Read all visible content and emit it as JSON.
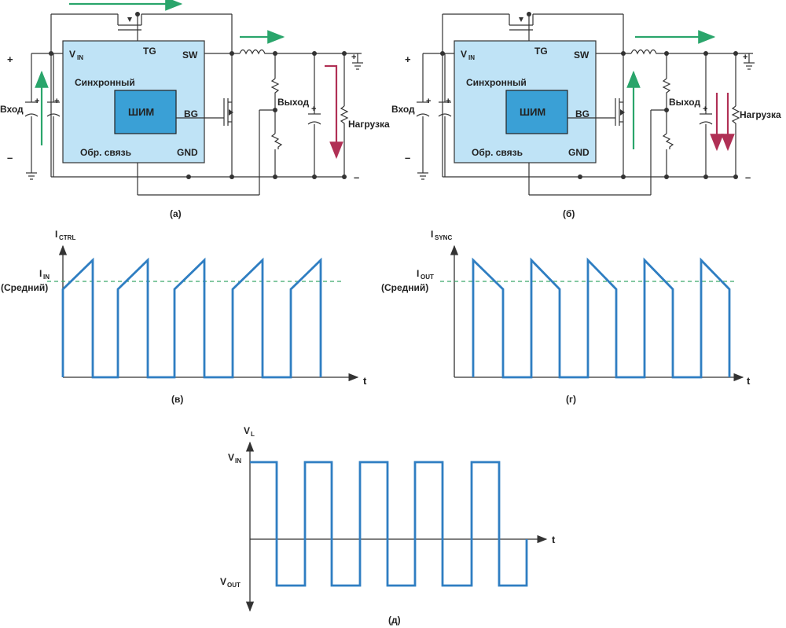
{
  "circuits": [
    {
      "vin": "V",
      "vin_sub": "IN",
      "tg": "TG",
      "sw": "SW",
      "bg": "BG",
      "gnd": "GND",
      "sync": "Синхронный",
      "pwm": "ШИМ",
      "fb": "Обр. связь",
      "input": "Вход",
      "output": "Выход",
      "load": "Нагрузка",
      "plus": "+",
      "minus": "–",
      "caption": "(а)"
    },
    {
      "vin": "V",
      "vin_sub": "IN",
      "tg": "TG",
      "sw": "SW",
      "bg": "BG",
      "gnd": "GND",
      "sync": "Синхронный",
      "pwm": "ШИМ",
      "fb": "Обр. связь",
      "input": "Вход",
      "output": "Выход",
      "load": "Нагрузка",
      "plus": "+",
      "minus": "–",
      "caption": "(б)"
    }
  ],
  "graph_v": {
    "ylabel": "I",
    "ylabel_sub": "CTRL",
    "avg": "I",
    "avg_sub": "IN",
    "avg_note": "(Средний)",
    "xlabel": "t",
    "caption": "(в)",
    "pulses": 5,
    "shape": "rising"
  },
  "graph_g": {
    "ylabel": "I",
    "ylabel_sub": "SYNC",
    "avg": "I",
    "avg_sub": "OUT",
    "avg_note": "(Средний)",
    "xlabel": "t",
    "caption": "(г)",
    "pulses": 5,
    "shape": "falling"
  },
  "graph_d": {
    "ylabel": "V",
    "ylabel_sub": "L",
    "high": "V",
    "high_sub": "IN",
    "low": "V",
    "low_sub": "OUT",
    "xlabel": "t",
    "caption": "(д)",
    "pulses": 5
  },
  "colors": {
    "block": "#bfe3f6",
    "pwm": "#3aa0d6",
    "wave": "#2f7ec2",
    "green": "#2aa56b",
    "red": "#b03055"
  }
}
